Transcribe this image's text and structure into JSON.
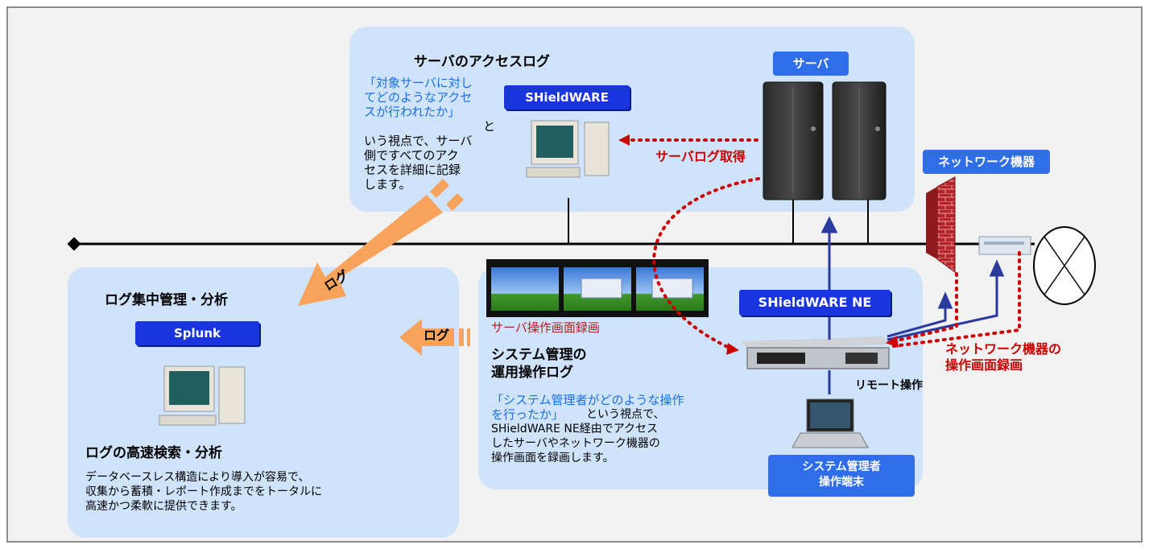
{
  "panels": {
    "access_log": {
      "title": "サーバのアクセスログ",
      "quote": "「対象サーバに対し\nてどのようなアクセ\nスが行われたか」",
      "body": "と\nいう視点で、サーバ\n側ですべてのアク\nセスを詳細に記録\nします。",
      "product_label": "SHieldWARE"
    },
    "central": {
      "title": "ログ集中管理・分析",
      "product_label": "Splunk",
      "feature_title": "ログの高速検索・分析",
      "feature_body": "データベースレス構造により導入が容易で、\n収集から蓄積・レポート作成までをトータルに\n高速かつ柔軟に提供できます。"
    },
    "ops_log": {
      "caption": "サーバ操作画面録画",
      "title": "システム管理の\n運用操作ログ",
      "quote": "「システム管理者がどのような操作\nを行ったか」",
      "body": "という視点で、\nSHieldWARE NE経由でアクセス\nしたサーバやネットワーク機器の\n操作画面を録画します。"
    }
  },
  "labels": {
    "server": "サーバ",
    "network_device": "ネットワーク機器",
    "shieldware_ne": "SHieldWARE NE",
    "admin_terminal": "システム管理者\n操作端末",
    "server_log": "サーバログ取得",
    "network_recording": "ネットワーク機器の\n操作画面録画",
    "remote_op": "リモート操作",
    "log_arrow_1": "ログ",
    "log_arrow_2": "ログ"
  },
  "colors": {
    "panel": "#cfe3fb",
    "label_blue": "#1a35e0",
    "accent_red": "#cc0000",
    "quote_blue": "#1a6fe6",
    "arrow_orange": "#f7a35c",
    "link_blue": "#2b3a9e"
  }
}
